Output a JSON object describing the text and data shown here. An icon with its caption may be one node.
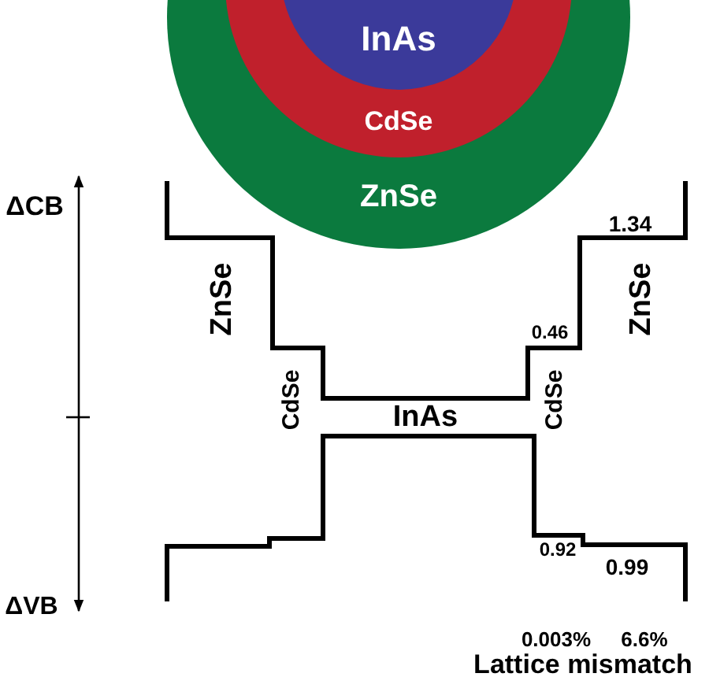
{
  "diagram": {
    "nodes": [
      {
        "text": [
          "ZnSe"
        ]
      },
      {
        "text": [
          "CdSe"
        ],
        "in": 0
      },
      {
        "text": [
          "InAs"
        ],
        "in": 1
      }
    ],
    "labels": [
      "ΔCB",
      "1.34",
      "ZnSe",
      "ZnSe",
      "0.46",
      "CdSe",
      "InAs",
      "CdSe",
      "0.92",
      "0.99",
      "ΔVB",
      "0.003%",
      "6.6%",
      "Lattice mismatch"
    ]
  }
}
